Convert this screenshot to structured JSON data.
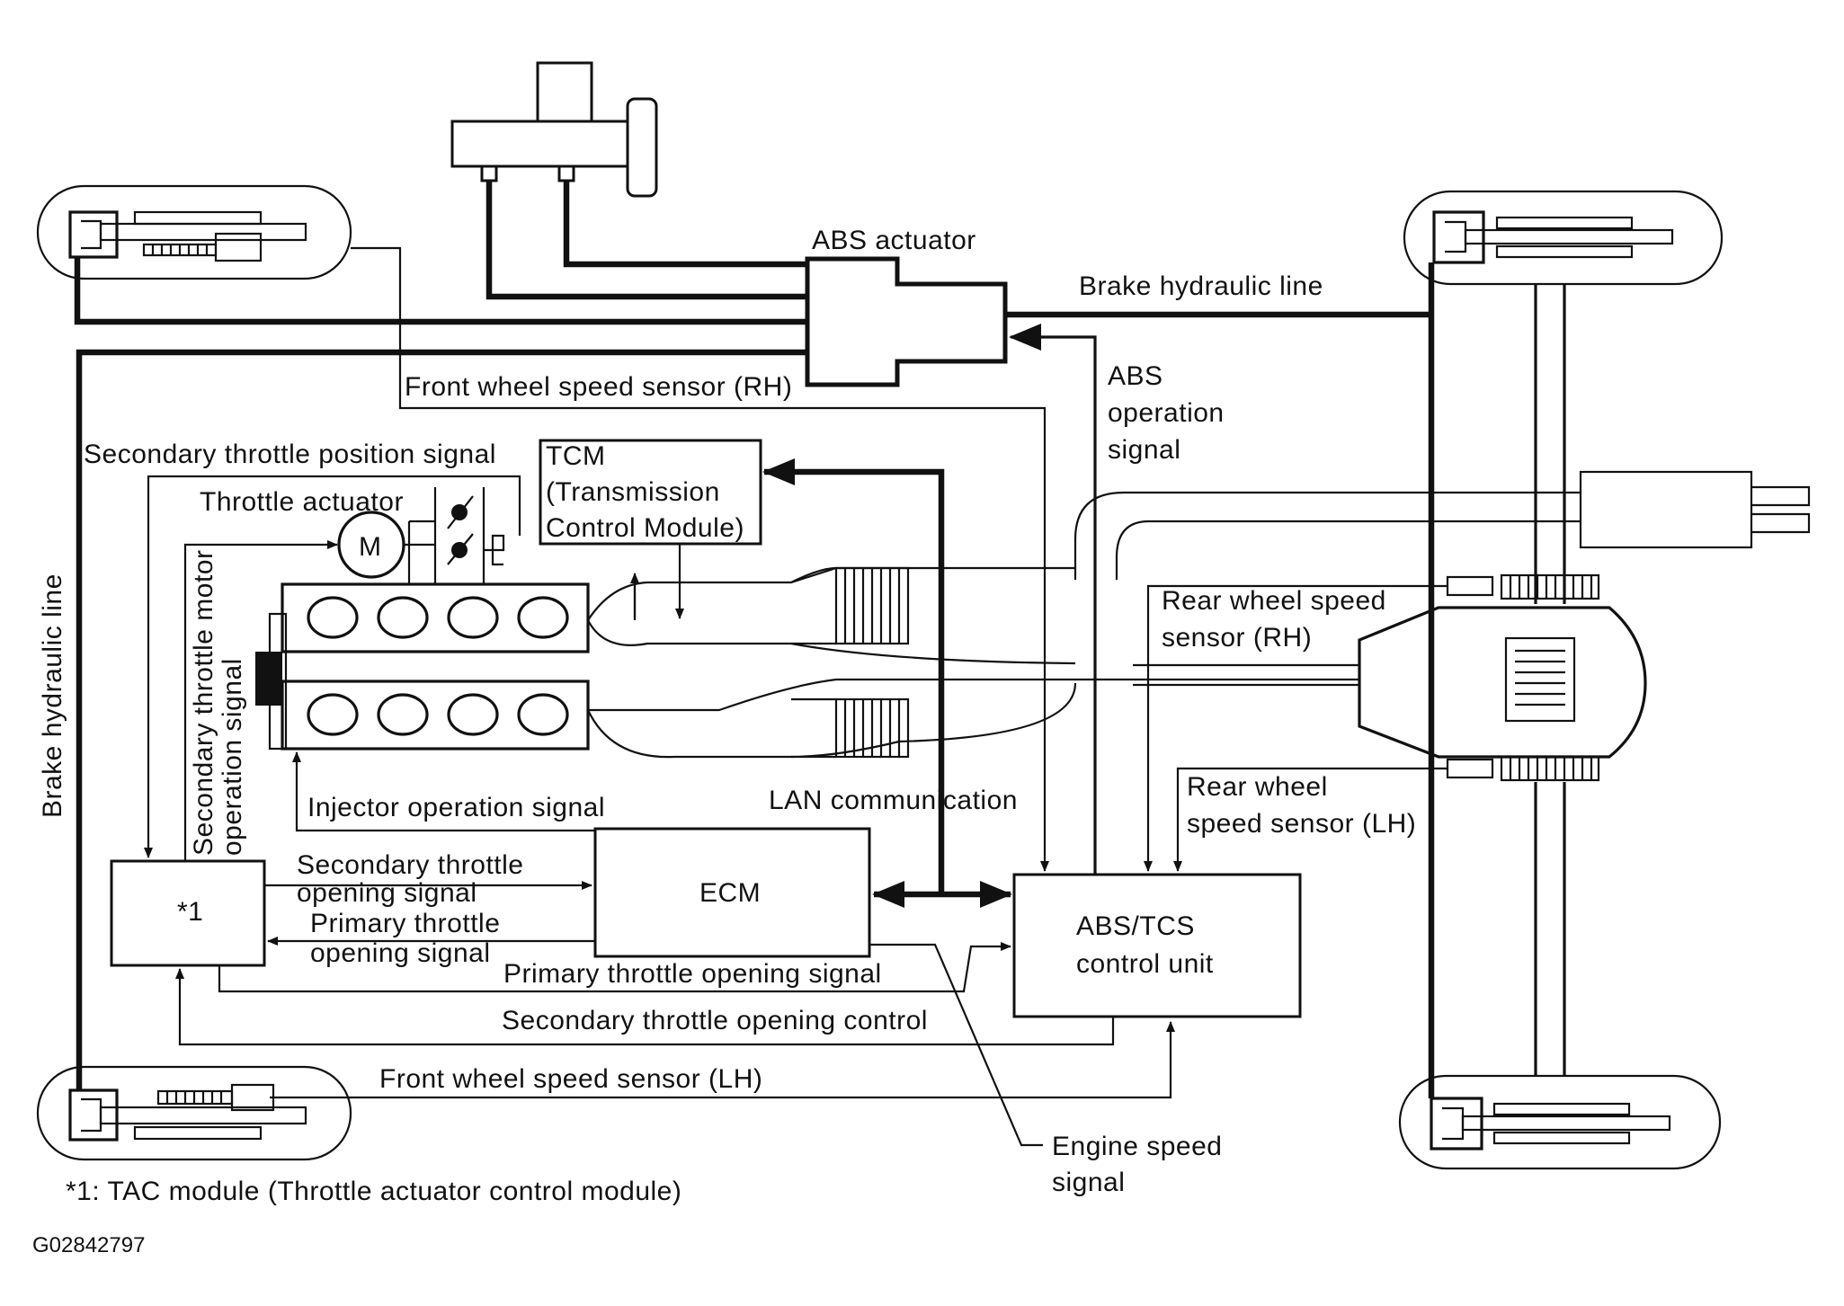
{
  "labels": {
    "abs_actuator": "ABS actuator",
    "brake_hydraulic_line_top": "Brake hydraulic line",
    "brake_hydraulic_line_left": "Brake hydraulic line",
    "front_wheel_speed_rh": "Front wheel speed sensor (RH)",
    "abs_operation_signal": [
      "ABS",
      "operation",
      "signal"
    ],
    "secondary_throttle_position_signal": "Secondary throttle position signal",
    "tcm": [
      "TCM",
      "(Transmission",
      "Control Module)"
    ],
    "throttle_actuator": "Throttle actuator",
    "motor": "M",
    "secondary_throttle_motor_operation_signal": [
      "Secondary throttle motor",
      "operation signal"
    ],
    "rear_wheel_speed_rh": [
      "Rear wheel speed",
      "sensor (RH)"
    ],
    "rear_wheel_speed_lh": [
      "Rear wheel",
      "speed sensor (LH)"
    ],
    "injector_operation_signal": "Injector operation signal",
    "lan_communication": "LAN communication",
    "secondary_throttle_opening_signal": [
      "Secondary throttle",
      "opening signal"
    ],
    "primary_throttle_opening_signal_left": [
      "Primary throttle",
      "opening signal"
    ],
    "tac_box": "*1",
    "ecm": "ECM",
    "abs_tcs_control_unit": [
      "ABS/TCS",
      "control unit"
    ],
    "primary_throttle_opening_signal": "Primary throttle opening signal",
    "secondary_throttle_opening_control": "Secondary throttle opening control",
    "front_wheel_speed_lh": "Front wheel speed sensor (LH)",
    "engine_speed_signal": [
      "Engine speed",
      "signal"
    ],
    "footnote": "*1: TAC module (Throttle actuator control module)",
    "figure_id": "G02842797"
  }
}
